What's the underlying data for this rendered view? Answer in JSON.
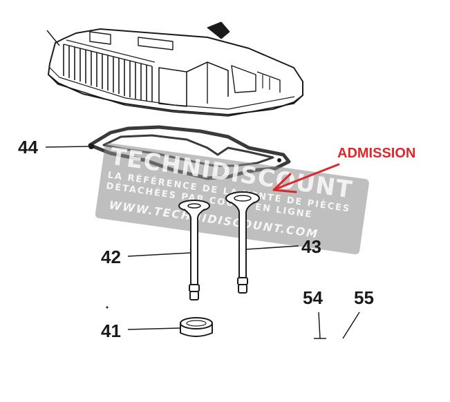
{
  "labels": {
    "part_44": "44",
    "part_42": "42",
    "part_43": "43",
    "part_41": "41",
    "part_54": "54",
    "part_55": "55"
  },
  "annotation": {
    "text": "ADMISSION",
    "color": "#e0262b"
  },
  "watermark": {
    "brand": "TECHNIDISCOUNT",
    "line1": "LA RÉFÉRENCE DE LA VENTE DE PIÈCES",
    "line2": "DÉTACHÉES PAR COURS EN LIGNE",
    "url": "WWW.TECHNIDISCOUNT.COM",
    "color": "#8a8a8a"
  },
  "colors": {
    "line": "#1a1a1a",
    "gasket": "#3a3a3a"
  }
}
